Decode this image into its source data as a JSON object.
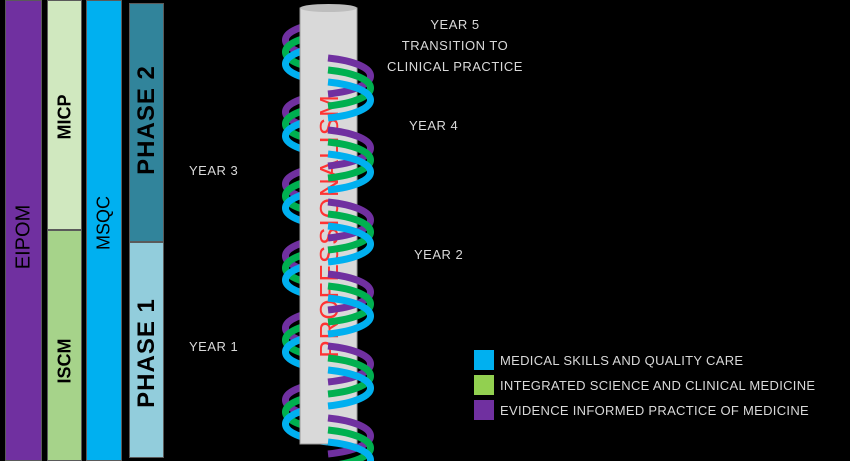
{
  "colors": {
    "blue": "#00b0f0",
    "green": "#00b050",
    "purple": "#7030a0",
    "eipom_bar": "#7030a0",
    "micp_bar": "#d0e8bf",
    "iscm_bar": "#a6d38a",
    "msqc_bar": "#00b0f0",
    "phase2_bar": "#31849b",
    "phase1_bar": "#92cddc",
    "column": "#d9d9d9",
    "professionalism_text": "#ff3333"
  },
  "columns": {
    "eipom": "EIPOM",
    "micp": "MICP",
    "iscm": "ISCM",
    "msqc": "MSQC",
    "phase2": "PHASE 2",
    "phase1": "PHASE 1"
  },
  "center_label": "PROFESSIONALISM",
  "years": {
    "year5_line1": "YEAR 5",
    "year5_line2": "TRANSITION TO",
    "year5_line3": "CLINICAL PRACTICE",
    "year4": "YEAR 4",
    "year3": "YEAR 3",
    "year2": "YEAR 2",
    "year1": "YEAR 1"
  },
  "legend": [
    {
      "label": "MEDICAL SKILLS AND QUALITY CARE",
      "color": "#00b0f0"
    },
    {
      "label": "INTEGRATED SCIENCE AND CLINICAL MEDICINE",
      "color": "#92d050"
    },
    {
      "label": "EVIDENCE INFORMED PRACTICE OF MEDICINE",
      "color": "#7030a0"
    }
  ]
}
